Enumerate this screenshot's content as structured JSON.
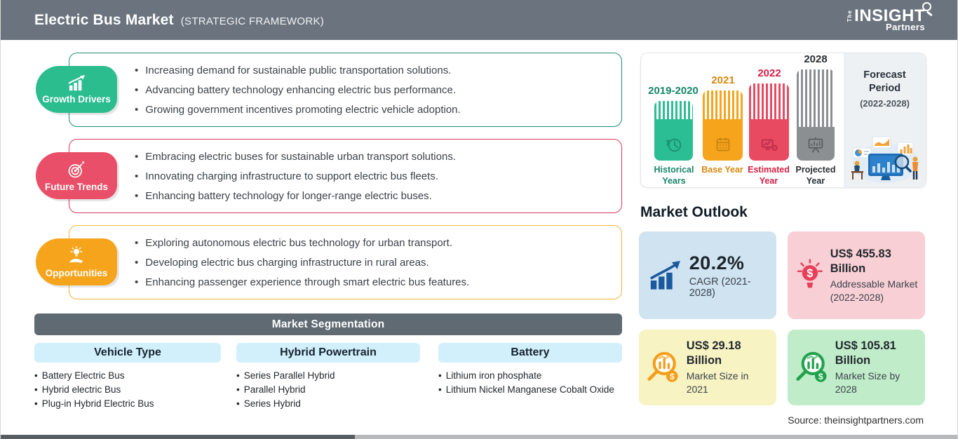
{
  "header": {
    "title": "Electric Bus Market",
    "subtitle": "(STRATEGIC FRAMEWORK)",
    "logo_the": "The",
    "logo_insight": "INSIGHT",
    "logo_partners": "Partners"
  },
  "sections": [
    {
      "label": "Growth Drivers",
      "icon": "growth-chart-icon",
      "badge_color": "#2bbd8e",
      "border_color": "#1e8e72",
      "bullets": [
        "Increasing demand for sustainable public transportation solutions.",
        "Advancing battery technology enhancing electric bus performance.",
        "Growing government incentives promoting electric vehicle adoption."
      ]
    },
    {
      "label": "Future Trends",
      "icon": "target-dart-icon",
      "badge_color": "#e94f68",
      "border_color": "#d63a5b",
      "bullets": [
        "Embracing electric buses for sustainable urban transport solutions.",
        "Innovating charging infrastructure to support electric bus fleets.",
        "Enhancing battery technology for longer-range electric buses."
      ]
    },
    {
      "label": "Opportunities",
      "icon": "bulb-hand-icon",
      "badge_color": "#f5a41c",
      "border_color": "#f2b53a",
      "bullets": [
        "Exploring autonomous electric bus technology for urban transport.",
        "Developing electric bus charging infrastructure in rural areas.",
        "Enhancing passenger experience through smart electric bus features."
      ]
    }
  ],
  "segmentation": {
    "title": "Market Segmentation",
    "columns": [
      {
        "header": "Vehicle Type",
        "items": [
          "Battery Electric Bus",
          "Hybrid electric Bus",
          "Plug-in Hybrid Electric Bus"
        ]
      },
      {
        "header": "Hybrid Powertrain",
        "items": [
          "Series Parallel Hybrid",
          "Parallel Hybrid",
          "Series Hybrid"
        ]
      },
      {
        "header": "Battery",
        "items": [
          "Lithium iron phosphate",
          "Lithium Nickel Manganese Cobalt Oxide"
        ]
      }
    ]
  },
  "timeline": {
    "bars": [
      {
        "year": "2019-2020",
        "label": "Historical Years",
        "color": "#2bbd93",
        "text_color": "#17866a",
        "icon": "clock-history-icon"
      },
      {
        "year": "2021",
        "label": "Base Year",
        "color": "#f5a41c",
        "text_color": "#d8880f",
        "icon": "calendar-icon"
      },
      {
        "year": "2022",
        "label": "Estimated Year",
        "color": "#e84a61",
        "text_color": "#d41f45",
        "icon": "monitor-gear-icon"
      },
      {
        "year": "2028",
        "label": "Projected Year",
        "color": "#8c8f92",
        "text_color": "#2b2f33",
        "icon": "presentation-icon"
      }
    ],
    "forecast_title": "Forecast Period",
    "forecast_range": "(2022-2028)"
  },
  "market_outlook": {
    "title": "Market Outlook",
    "cards": [
      {
        "value": "20.2%",
        "label": "CAGR (2021-2028)",
        "bg_color": "#cfe3f0",
        "icon": "growth-chart-icon"
      },
      {
        "value": "US$ 455.83 Billion",
        "label": "Addressable Market (2022-2028)",
        "bg_color": "#f8cfd4",
        "icon": "dollar-bulb-icon"
      },
      {
        "value": "US$ 29.18 Billion",
        "label": "Market Size in 2021",
        "bg_color": "#f7f3c3",
        "icon": "magnifier-chart-icon"
      },
      {
        "value": "US$ 105.81 Billion",
        "label": "Market Size by 2028",
        "bg_color": "#c0ecc9",
        "icon": "magnifier-chart-icon"
      }
    ]
  },
  "source": "Source: theinsightpartners.com"
}
